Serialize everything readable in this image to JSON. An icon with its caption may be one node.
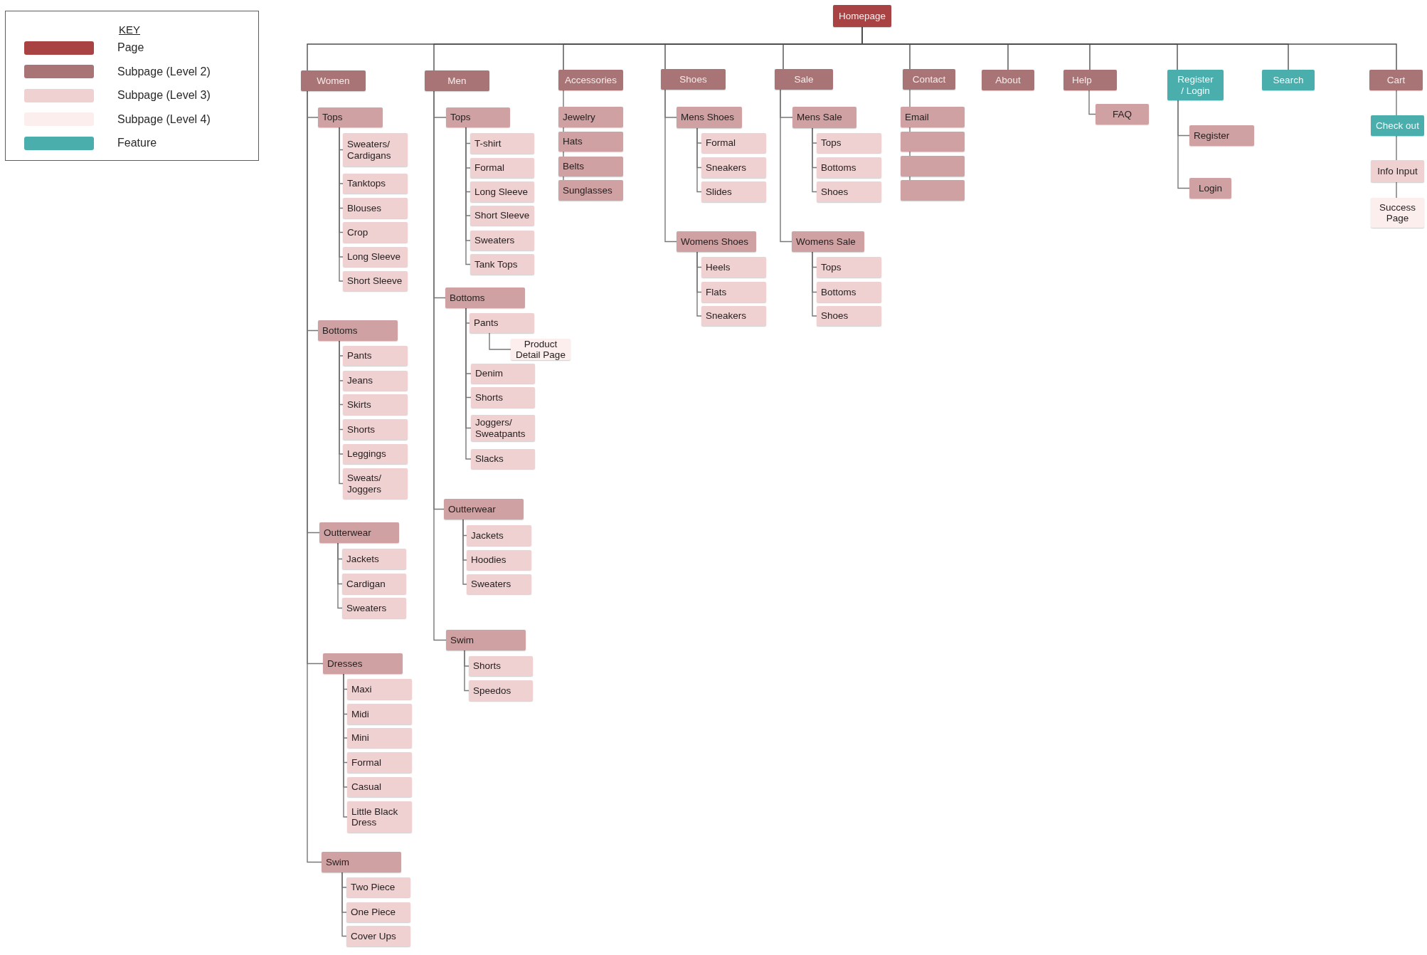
{
  "diagram": {
    "nodes": [
      {
        "text": [
          "Homepage"
        ]
      },
      {
        "text": [
          "Women"
        ]
      },
      {
        "text": [
          "Men"
        ]
      },
      {
        "text": [
          "Accessories"
        ]
      },
      {
        "text": [
          "Shoes"
        ]
      },
      {
        "text": [
          "Sale"
        ]
      },
      {
        "text": [
          "Contact"
        ]
      },
      {
        "text": [
          "About"
        ]
      },
      {
        "text": [
          "Help"
        ]
      },
      {
        "text": [
          "Register / Login"
        ]
      },
      {
        "text": [
          "Search"
        ]
      },
      {
        "text": [
          "Cart"
        ]
      },
      {
        "text": [
          "Tops"
        ]
      },
      {
        "text": [
          "Sweaters/ Cardigans"
        ]
      },
      {
        "text": [
          "Tanktops"
        ]
      },
      {
        "text": [
          "Blouses"
        ]
      },
      {
        "text": [
          "Crop"
        ]
      },
      {
        "text": [
          "Long Sleeve"
        ]
      },
      {
        "text": [
          "Short Sleeve"
        ]
      },
      {
        "text": [
          "Bottoms"
        ]
      },
      {
        "text": [
          "Pants"
        ]
      },
      {
        "text": [
          "Jeans"
        ]
      },
      {
        "text": [
          "Skirts"
        ]
      },
      {
        "text": [
          "Shorts"
        ]
      },
      {
        "text": [
          "Leggings"
        ]
      },
      {
        "text": [
          "Sweats/ Joggers"
        ]
      },
      {
        "text": [
          "Outterwear"
        ]
      },
      {
        "text": [
          "Jackets"
        ]
      },
      {
        "text": [
          "Cardigan"
        ]
      },
      {
        "text": [
          "Sweaters"
        ]
      },
      {
        "text": [
          "Dresses"
        ]
      },
      {
        "text": [
          "Maxi"
        ]
      },
      {
        "text": [
          "Midi"
        ]
      },
      {
        "text": [
          "Mini"
        ]
      },
      {
        "text": [
          "Formal"
        ]
      },
      {
        "text": [
          "Casual"
        ]
      },
      {
        "text": [
          "Little Black Dress"
        ]
      },
      {
        "text": [
          "Swim"
        ]
      },
      {
        "text": [
          "Two Piece"
        ]
      },
      {
        "text": [
          "One Piece"
        ]
      },
      {
        "text": [
          "Cover Ups"
        ]
      },
      {
        "text": [
          "Tops"
        ]
      },
      {
        "text": [
          "T-shirt"
        ]
      },
      {
        "text": [
          "Formal"
        ]
      },
      {
        "text": [
          "Long Sleeve"
        ]
      },
      {
        "text": [
          "Short Sleeve"
        ]
      },
      {
        "text": [
          "Sweaters"
        ]
      },
      {
        "text": [
          "Tank Tops"
        ]
      },
      {
        "text": [
          "Bottoms"
        ]
      },
      {
        "text": [
          "Pants"
        ]
      },
      {
        "text": [
          "Product Detail Page"
        ]
      },
      {
        "text": [
          "Denim"
        ]
      },
      {
        "text": [
          "Shorts"
        ]
      },
      {
        "text": [
          "Joggers/ Sweatpants"
        ]
      },
      {
        "text": [
          "Slacks"
        ]
      },
      {
        "text": [
          "Outterwear"
        ]
      },
      {
        "text": [
          "Jackets"
        ]
      },
      {
        "text": [
          "Hoodies"
        ]
      },
      {
        "text": [
          "Sweaters"
        ]
      },
      {
        "text": [
          "Swim"
        ]
      },
      {
        "text": [
          "Shorts"
        ]
      },
      {
        "text": [
          "Speedos"
        ]
      },
      {
        "text": [
          "Jewelry"
        ]
      },
      {
        "text": [
          "Hats"
        ]
      },
      {
        "text": [
          "Belts"
        ]
      },
      {
        "text": [
          "Sunglasses"
        ]
      },
      {
        "text": [
          "Mens Shoes"
        ]
      },
      {
        "text": [
          "Formal"
        ]
      },
      {
        "text": [
          "Sneakers"
        ]
      },
      {
        "text": [
          "Slides"
        ]
      },
      {
        "text": [
          "Womens Shoes"
        ]
      },
      {
        "text": [
          "Heels"
        ]
      },
      {
        "text": [
          "Flats"
        ]
      },
      {
        "text": [
          "Sneakers"
        ]
      },
      {
        "text": [
          "Mens Sale"
        ]
      },
      {
        "text": [
          "Tops"
        ]
      },
      {
        "text": [
          "Bottoms"
        ]
      },
      {
        "text": [
          "Shoes"
        ]
      },
      {
        "text": [
          "Womens Sale"
        ]
      },
      {
        "text": [
          "Tops"
        ]
      },
      {
        "text": [
          "Bottoms"
        ]
      },
      {
        "text": [
          "Shoes"
        ]
      },
      {
        "text": [
          "Email"
        ]
      },
      {
        "text": [],
        "shape": "box"
      },
      {
        "text": [],
        "shape": "box"
      },
      {
        "text": [],
        "shape": "box"
      },
      {
        "text": [
          "FAQ"
        ]
      },
      {
        "text": [
          "Register"
        ]
      },
      {
        "text": [
          "Login"
        ]
      },
      {
        "text": [
          "Check out"
        ]
      },
      {
        "text": [
          "Info Input"
        ]
      },
      {
        "text": [
          "Success Page"
        ]
      }
    ],
    "edges": [
      {
        "from": 0,
        "to": 1,
        "arrow": "none"
      },
      {
        "from": 0,
        "to": 2,
        "arrow": "none"
      },
      {
        "from": 0,
        "to": 3,
        "arrow": "none"
      },
      {
        "from": 0,
        "to": 4,
        "arrow": "none"
      },
      {
        "from": 0,
        "to": 5,
        "arrow": "none"
      },
      {
        "from": 0,
        "to": 6,
        "arrow": "none"
      },
      {
        "from": 0,
        "to": 7,
        "arrow": "none"
      },
      {
        "from": 0,
        "to": 8,
        "arrow": "none"
      },
      {
        "from": 0,
        "to": 9,
        "arrow": "none"
      },
      {
        "from": 0,
        "to": 10,
        "arrow": "none"
      },
      {
        "from": 0,
        "to": 11,
        "arrow": "none"
      },
      {
        "from": 1,
        "to": 12,
        "arrow": "none"
      },
      {
        "from": 12,
        "to": 13,
        "arrow": "none"
      },
      {
        "from": 12,
        "to": 14,
        "arrow": "none"
      },
      {
        "from": 12,
        "to": 15,
        "arrow": "none"
      },
      {
        "from": 12,
        "to": 16,
        "arrow": "none"
      },
      {
        "from": 12,
        "to": 17,
        "arrow": "none"
      },
      {
        "from": 12,
        "to": 18,
        "arrow": "none"
      },
      {
        "from": 1,
        "to": 19,
        "arrow": "none"
      },
      {
        "from": 19,
        "to": 20,
        "arrow": "none"
      },
      {
        "from": 19,
        "to": 21,
        "arrow": "none"
      },
      {
        "from": 19,
        "to": 22,
        "arrow": "none"
      },
      {
        "from": 19,
        "to": 23,
        "arrow": "none"
      },
      {
        "from": 19,
        "to": 24,
        "arrow": "none"
      },
      {
        "from": 19,
        "to": 25,
        "arrow": "none"
      },
      {
        "from": 1,
        "to": 26,
        "arrow": "none"
      },
      {
        "from": 26,
        "to": 27,
        "arrow": "none"
      },
      {
        "from": 26,
        "to": 28,
        "arrow": "none"
      },
      {
        "from": 26,
        "to": 29,
        "arrow": "none"
      },
      {
        "from": 1,
        "to": 30,
        "arrow": "none"
      },
      {
        "from": 30,
        "to": 31,
        "arrow": "none"
      },
      {
        "from": 30,
        "to": 32,
        "arrow": "none"
      },
      {
        "from": 30,
        "to": 33,
        "arrow": "none"
      },
      {
        "from": 30,
        "to": 34,
        "arrow": "none"
      },
      {
        "from": 30,
        "to": 35,
        "arrow": "none"
      },
      {
        "from": 30,
        "to": 36,
        "arrow": "none"
      },
      {
        "from": 1,
        "to": 37,
        "arrow": "none"
      },
      {
        "from": 37,
        "to": 38,
        "arrow": "none"
      },
      {
        "from": 37,
        "to": 39,
        "arrow": "none"
      },
      {
        "from": 37,
        "to": 40,
        "arrow": "none"
      },
      {
        "from": 2,
        "to": 41,
        "arrow": "none"
      },
      {
        "from": 41,
        "to": 42,
        "arrow": "none"
      },
      {
        "from": 41,
        "to": 43,
        "arrow": "none"
      },
      {
        "from": 41,
        "to": 44,
        "arrow": "none"
      },
      {
        "from": 41,
        "to": 45,
        "arrow": "none"
      },
      {
        "from": 41,
        "to": 46,
        "arrow": "none"
      },
      {
        "from": 41,
        "to": 47,
        "arrow": "none"
      },
      {
        "from": 2,
        "to": 48,
        "arrow": "none"
      },
      {
        "from": 48,
        "to": 49,
        "arrow": "none"
      },
      {
        "from": 49,
        "to": 50,
        "arrow": "none"
      },
      {
        "from": 48,
        "to": 51,
        "arrow": "none"
      },
      {
        "from": 48,
        "to": 52,
        "arrow": "none"
      },
      {
        "from": 48,
        "to": 53,
        "arrow": "none"
      },
      {
        "from": 48,
        "to": 54,
        "arrow": "none"
      },
      {
        "from": 2,
        "to": 55,
        "arrow": "none"
      },
      {
        "from": 55,
        "to": 56,
        "arrow": "none"
      },
      {
        "from": 55,
        "to": 57,
        "arrow": "none"
      },
      {
        "from": 55,
        "to": 58,
        "arrow": "none"
      },
      {
        "from": 2,
        "to": 59,
        "arrow": "none"
      },
      {
        "from": 59,
        "to": 60,
        "arrow": "none"
      },
      {
        "from": 59,
        "to": 61,
        "arrow": "none"
      },
      {
        "from": 3,
        "to": 62,
        "arrow": "none"
      },
      {
        "from": 62,
        "to": 63,
        "arrow": "none"
      },
      {
        "from": 63,
        "to": 64,
        "arrow": "none"
      },
      {
        "from": 64,
        "to": 65,
        "arrow": "none"
      },
      {
        "from": 4,
        "to": 66,
        "arrow": "none"
      },
      {
        "from": 66,
        "to": 67,
        "arrow": "none"
      },
      {
        "from": 66,
        "to": 68,
        "arrow": "none"
      },
      {
        "from": 66,
        "to": 69,
        "arrow": "none"
      },
      {
        "from": 4,
        "to": 70,
        "arrow": "none"
      },
      {
        "from": 70,
        "to": 71,
        "arrow": "none"
      },
      {
        "from": 70,
        "to": 72,
        "arrow": "none"
      },
      {
        "from": 70,
        "to": 73,
        "arrow": "none"
      },
      {
        "from": 5,
        "to": 74,
        "arrow": "none"
      },
      {
        "from": 74,
        "to": 75,
        "arrow": "none"
      },
      {
        "from": 74,
        "to": 76,
        "arrow": "none"
      },
      {
        "from": 74,
        "to": 77,
        "arrow": "none"
      },
      {
        "from": 5,
        "to": 78,
        "arrow": "none"
      },
      {
        "from": 78,
        "to": 79,
        "arrow": "none"
      },
      {
        "from": 78,
        "to": 80,
        "arrow": "none"
      },
      {
        "from": 78,
        "to": 81,
        "arrow": "none"
      },
      {
        "from": 6,
        "to": 82,
        "arrow": "none"
      },
      {
        "from": 82,
        "to": 83,
        "arrow": "none"
      },
      {
        "from": 83,
        "to": 84,
        "arrow": "none"
      },
      {
        "from": 84,
        "to": 85,
        "arrow": "none"
      },
      {
        "from": 8,
        "to": 86,
        "arrow": "none"
      },
      {
        "from": 9,
        "to": 87,
        "arrow": "none"
      },
      {
        "from": 9,
        "to": 88,
        "arrow": "none"
      },
      {
        "from": 11,
        "to": 89,
        "arrow": "none"
      },
      {
        "from": 89,
        "to": 90,
        "arrow": "none"
      },
      {
        "from": 90,
        "to": 91,
        "arrow": "none"
      }
    ],
    "labels": [
      "KEY"
    ],
    "legend": [
      {
        "text": "Page",
        "color": "#a94242"
      },
      {
        "text": "Subpage (Level 2)",
        "color": "#a87475"
      },
      {
        "text": "Subpage (Level 3)",
        "color": "#f0d1d2"
      },
      {
        "text": "Subpage (Level 4)",
        "color": "#fdeeee"
      },
      {
        "text": "Feature",
        "color": "#4aaead"
      }
    ]
  }
}
